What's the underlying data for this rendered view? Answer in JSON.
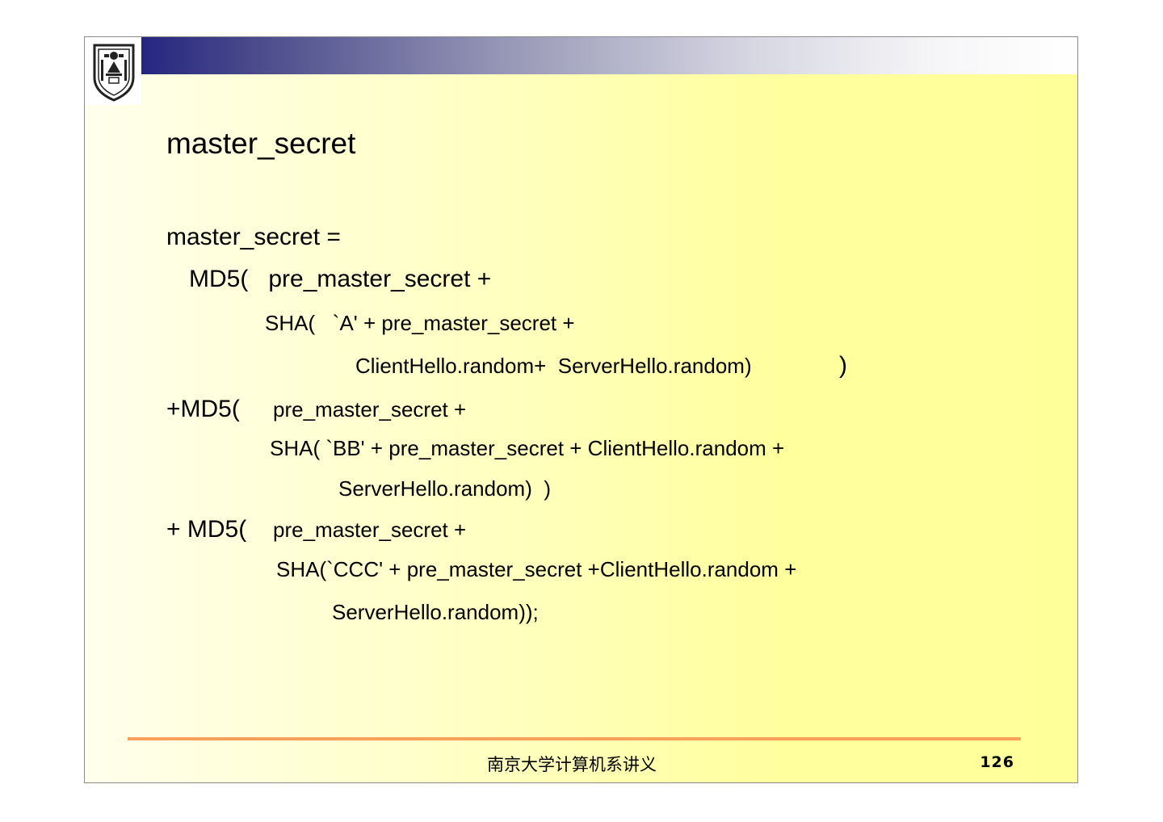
{
  "slide": {
    "title": "master_secret",
    "lines": [
      "master_secret =",
      "MD5(   pre_master_secret +",
      "SHA(   `A' + pre_master_secret +",
      "ClientHello.random+  ServerHello.random)",
      ")",
      "+MD5(",
      "pre_master_secret +",
      "SHA( `BB' + pre_master_secret + ClientHello.random +",
      "ServerHello.random)  )",
      "+ MD5(",
      "pre_master_secret +",
      "SHA(`CCC' + pre_master_secret +ClientHello.random +",
      "ServerHello.random));"
    ]
  },
  "footer": {
    "text": "南京大学计算机系讲义",
    "page_number": "126"
  },
  "colors": {
    "title_bar_start": "#262680",
    "background": "#ffff9e",
    "footer_rule": "#f7a15a"
  }
}
